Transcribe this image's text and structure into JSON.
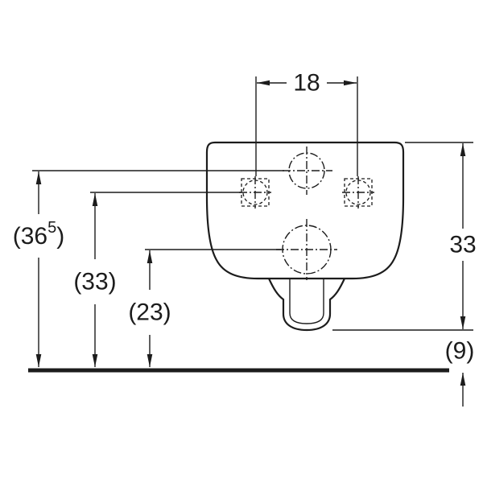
{
  "diagram": {
    "labels": {
      "hole_spacing": "18",
      "height_supply": {
        "open": "(36",
        "sup": "5",
        "close": ")"
      },
      "height_fixing": "(33)",
      "height_outlet": "(23)",
      "body_height": "33",
      "outlet_to_floor": "(9)"
    },
    "colors": {
      "stroke": "#1c1c1c",
      "background": "#ffffff"
    }
  }
}
